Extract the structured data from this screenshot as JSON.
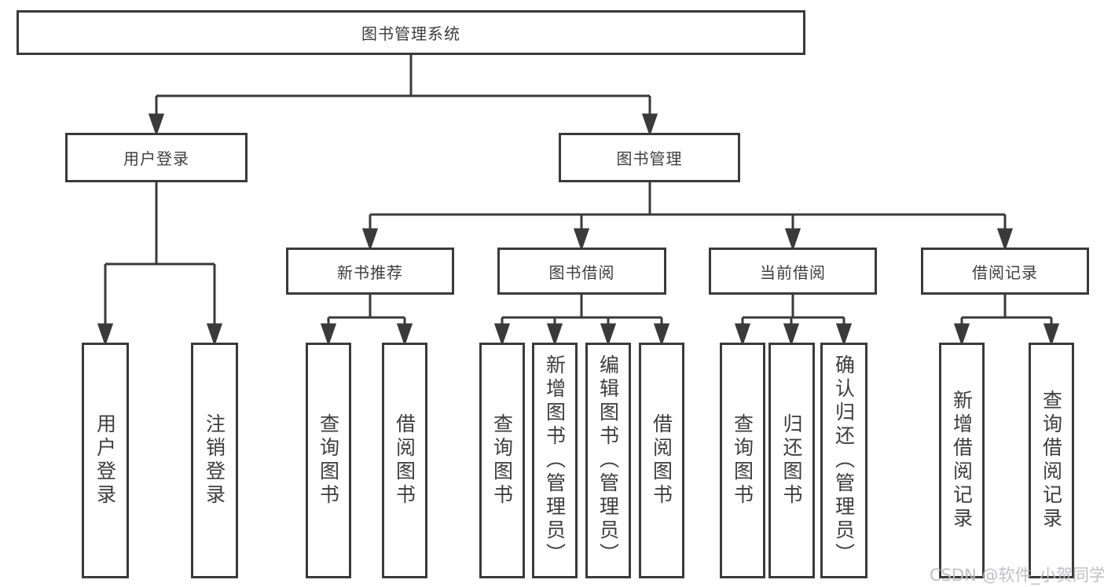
{
  "diagram_title": "图书管理系统",
  "tree": {
    "label": "图书管理系统",
    "children": [
      {
        "label": "用户登录",
        "children": [
          {
            "label": "用户登录"
          },
          {
            "label": "注销登录"
          }
        ]
      },
      {
        "label": "图书管理",
        "children": [
          {
            "label": "新书推荐",
            "children": [
              {
                "label": "查询图书"
              },
              {
                "label": "借阅图书"
              }
            ]
          },
          {
            "label": "图书借阅",
            "children": [
              {
                "label": "查询图书"
              },
              {
                "label": "新增图书（管理员）"
              },
              {
                "label": "编辑图书（管理员）"
              },
              {
                "label": "借阅图书"
              }
            ]
          },
          {
            "label": "当前借阅",
            "children": [
              {
                "label": "查询图书"
              },
              {
                "label": "归还图书"
              },
              {
                "label": "确认归还（管理员）"
              }
            ]
          },
          {
            "label": "借阅记录",
            "children": [
              {
                "label": "新增借阅记录"
              },
              {
                "label": "查询借阅记录"
              }
            ]
          }
        ]
      }
    ]
  },
  "watermark": {
    "text": "CSDN @软件_小贺同学"
  },
  "colors": {
    "line": "#3a3a3a",
    "box_border": "#3a3a3a",
    "text": "#3d3d3d",
    "watermark": "#c0c0c4",
    "background": "#ffffff"
  }
}
